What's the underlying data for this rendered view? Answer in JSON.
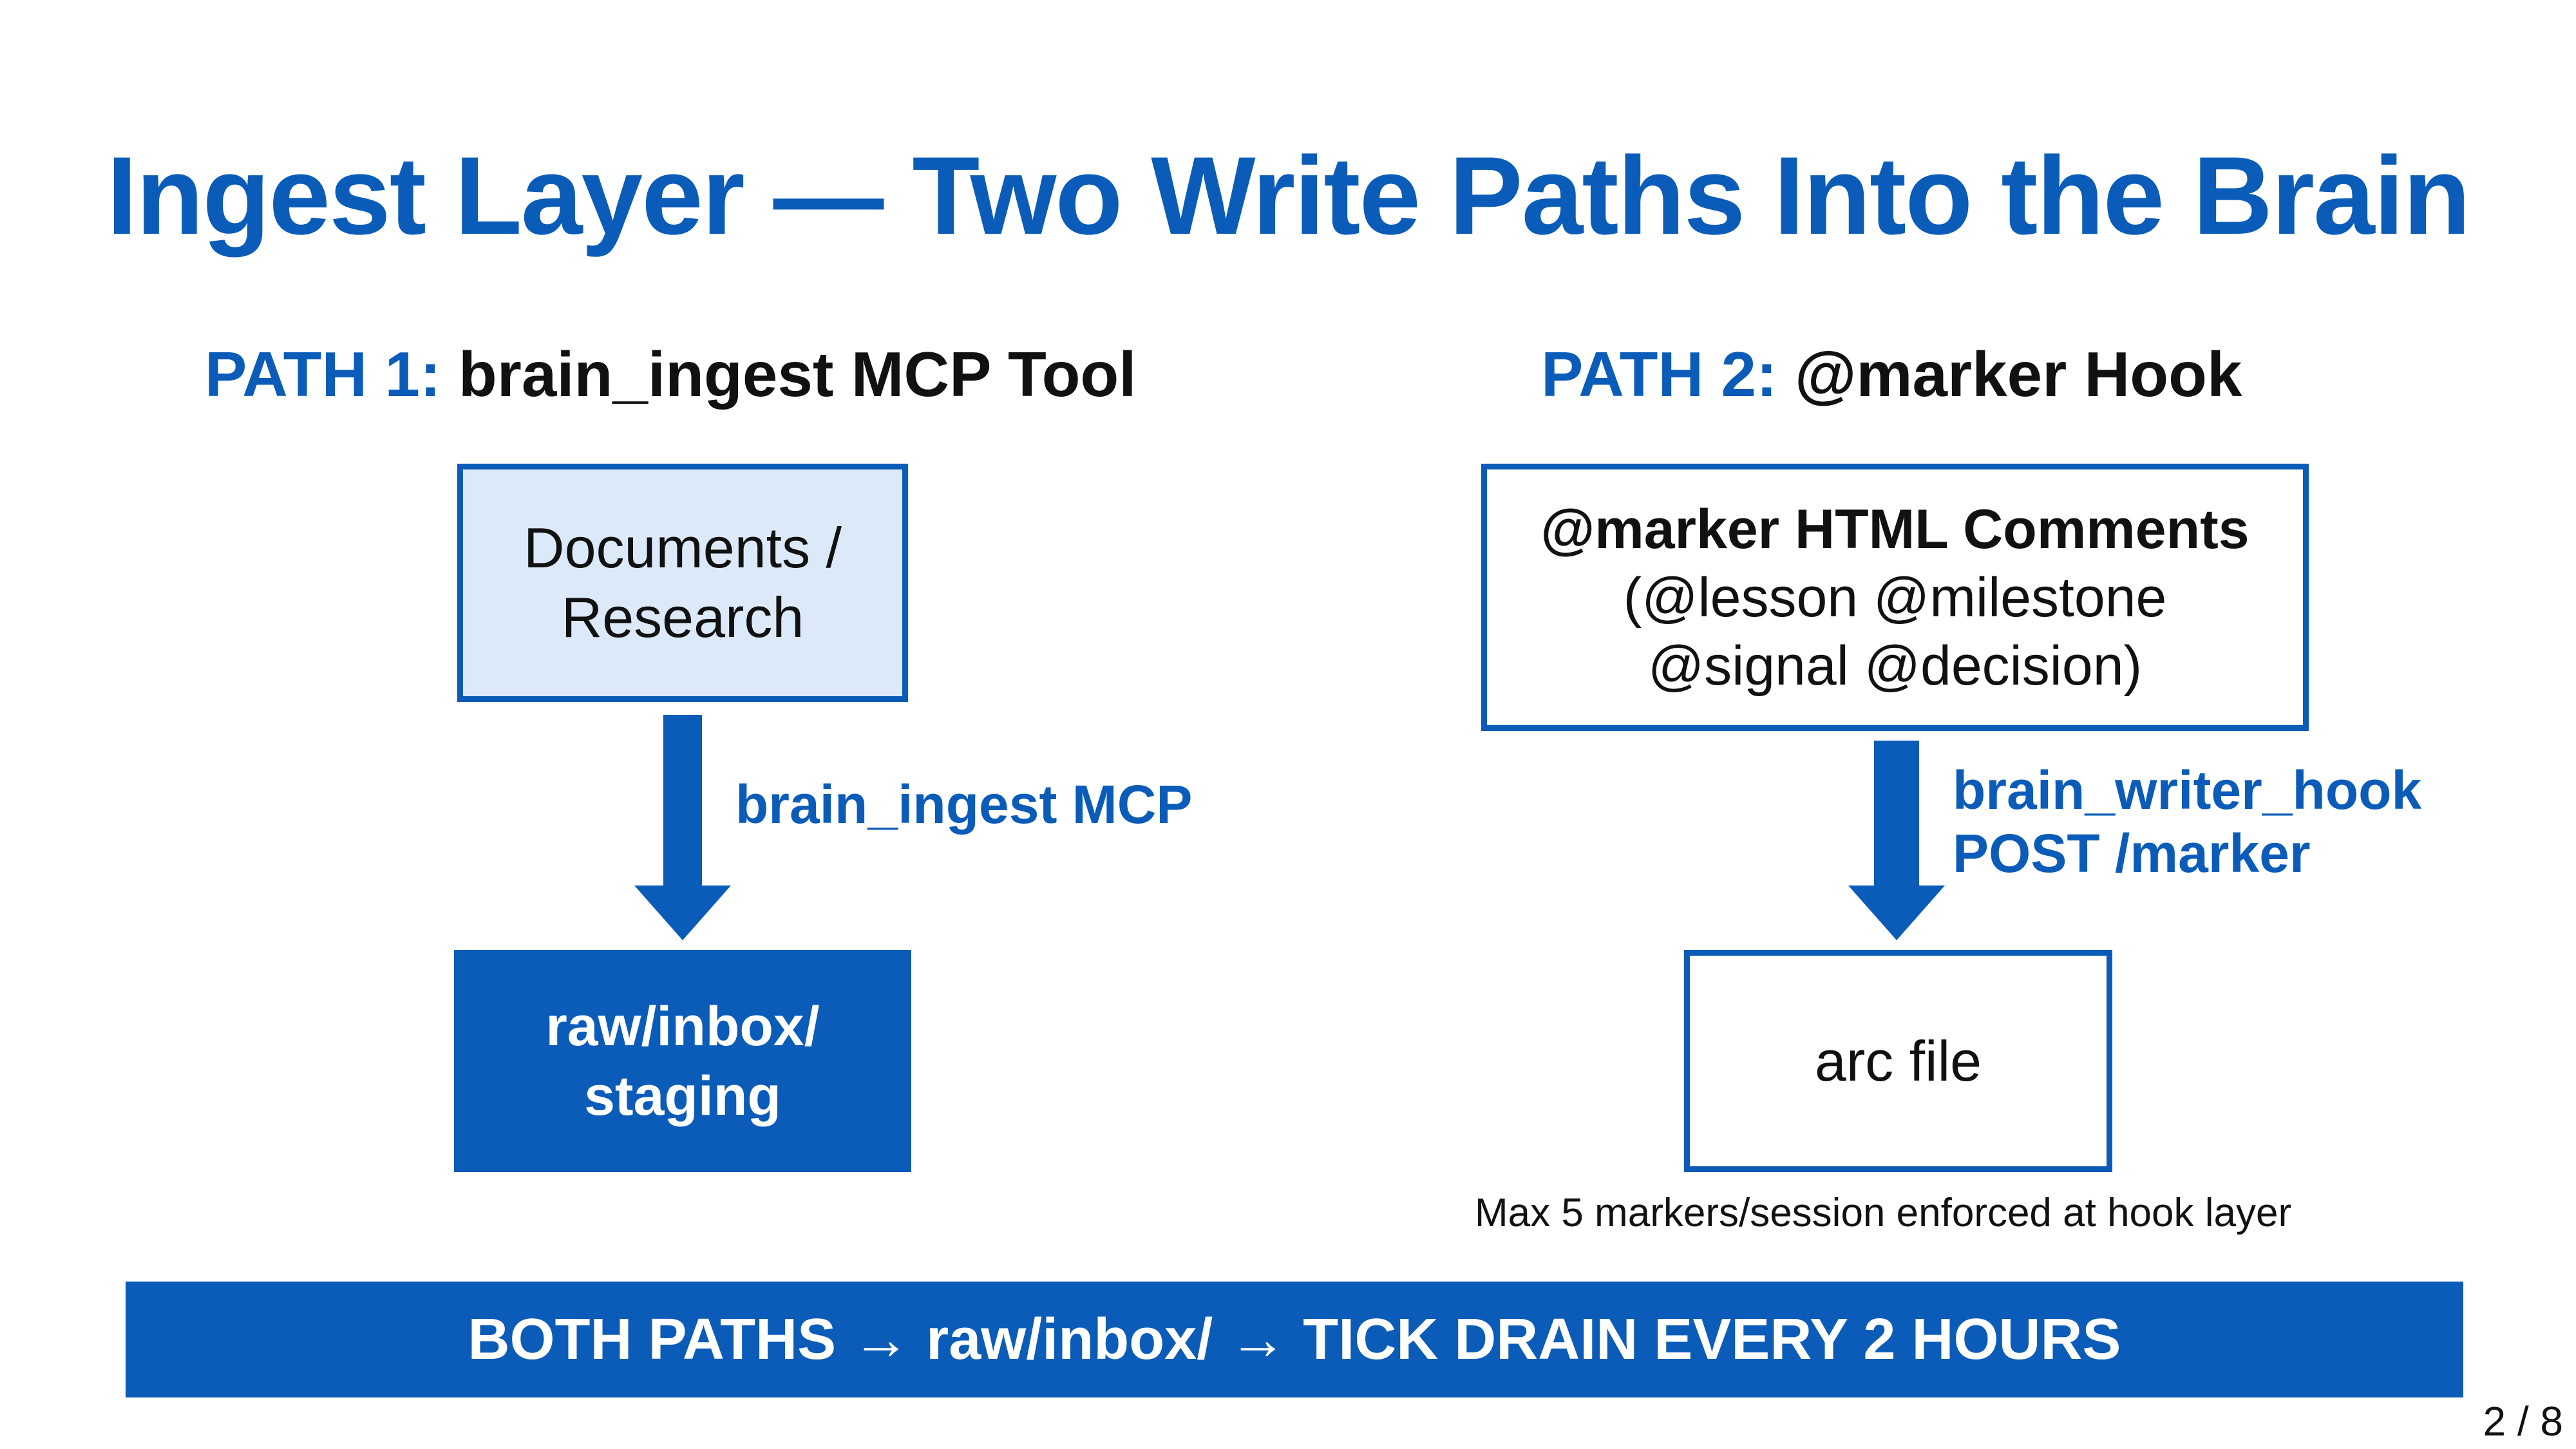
{
  "title": "Ingest Layer — Two Write Paths Into the Brain",
  "path1": {
    "prefix": "PATH 1:",
    "name": "brain_ingest MCP Tool",
    "source": [
      "Documents /",
      "Research"
    ],
    "edge_label": "brain_ingest MCP",
    "target": [
      "raw/inbox/",
      "staging"
    ]
  },
  "path2": {
    "prefix": "PATH 2:",
    "name": "@marker Hook",
    "source_title": "@marker HTML Comments",
    "source_lines": [
      "(@lesson @milestone",
      "@signal @decision)"
    ],
    "edge_label": [
      "brain_writer_hook",
      "POST /marker"
    ],
    "target": "arc file",
    "note": "Max 5 markers/session enforced at hook layer"
  },
  "banner": "BOTH PATHS → raw/inbox/ → TICK DRAIN EVERY 2 HOURS",
  "page_number": "2 / 8",
  "colors": {
    "accent": "#0b5cb8",
    "light_fill": "#dce9f8",
    "text": "#111111"
  }
}
